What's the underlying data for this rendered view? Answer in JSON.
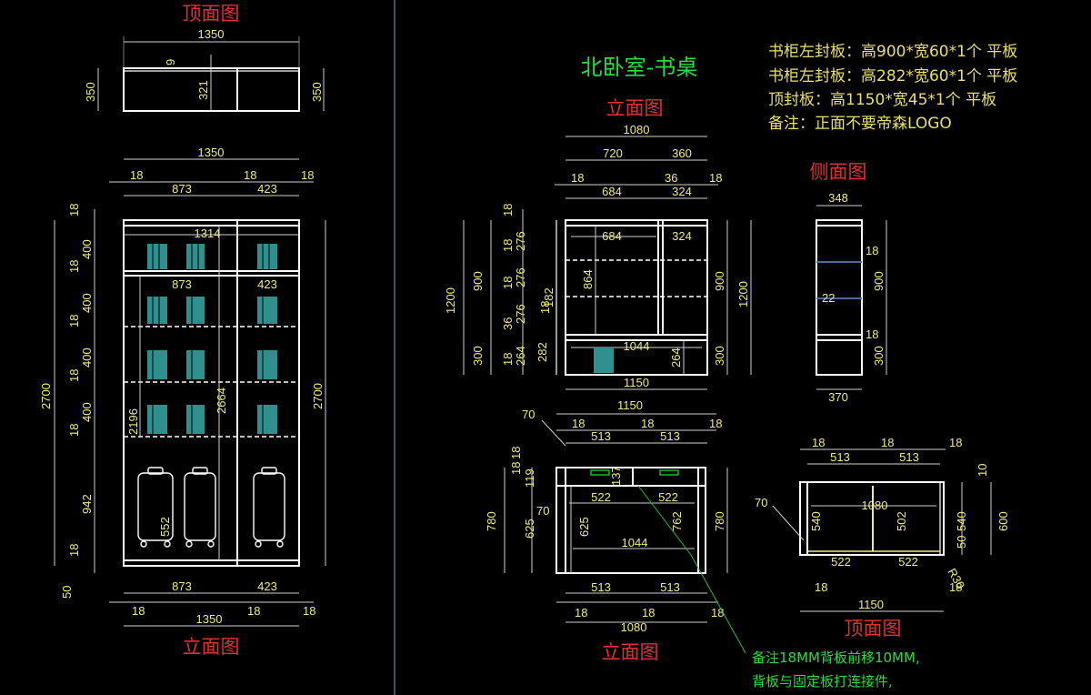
{
  "titles": {
    "left_top_view": "顶面图",
    "left_elevation": "立面图",
    "room_title": "北卧室-书桌",
    "right_elevation_top": "立面图",
    "side_view": "侧面图",
    "desk_top_view": "顶面图",
    "desk_elevation": "立面图"
  },
  "notes": {
    "line1": "书柜左封板：高900*宽60*1个  平板",
    "line2": "书柜左封板：高282*宽60*1个  平板",
    "line3": "顶封板：高1150*宽45*1个     平板",
    "line4": "备注：正面不要帝森LOGO",
    "green1": "备注18MM背板前移10MM,",
    "green2": "背板与固定板打连接件,"
  },
  "dims": {
    "w1350": "1350",
    "w9": "9",
    "w321": "321",
    "w350": "350",
    "w18": "18",
    "w873": "873",
    "w423": "423",
    "w1314": "1314",
    "w400": "400",
    "w2700": "2700",
    "w2196": "2196",
    "w2664": "2664",
    "w942": "942",
    "w552": "552",
    "w50": "50",
    "w1080": "1080",
    "w720": "720",
    "w360": "360",
    "w36": "36",
    "w684": "684",
    "w324": "324",
    "w276": "276",
    "w900": "900",
    "w1200": "1200",
    "w864": "864",
    "w182": "182",
    "w300": "300",
    "w264": "264",
    "w282": "282",
    "w1044": "1044",
    "w1150": "1150",
    "w348": "348",
    "w22": "22",
    "w370": "370",
    "w70": "70",
    "w513": "513",
    "w119": "119",
    "w137": "137",
    "w522": "522",
    "w780": "780",
    "w625": "625",
    "w762": "762",
    "w540": "540",
    "w502": "502",
    "w600": "600",
    "w10": "10",
    "wR30": "R30"
  },
  "colors": {
    "background": "#000000",
    "title_red": "#e03030",
    "title_green": "#20e040",
    "dimension_text": "#f0ee70",
    "object_lines": "#ffffff",
    "divider": "#4a6a9a",
    "books": "#2f8f8f"
  },
  "icons": {
    "books": "book-row-icon",
    "luggage": "suitcase-icon"
  }
}
